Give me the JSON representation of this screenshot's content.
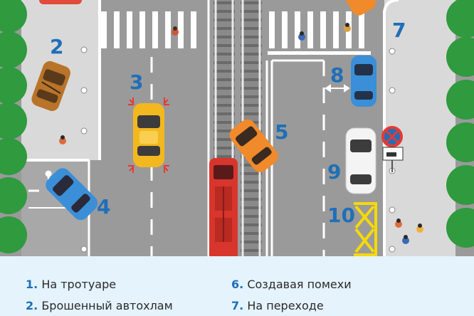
{
  "markers": {
    "m2": "2",
    "m3": "3",
    "m4": "4",
    "m5": "5",
    "m7": "7",
    "m8": "8",
    "m9": "9",
    "m10": "10"
  },
  "legend": {
    "items": [
      {
        "num": "1.",
        "text": "На тротуаре"
      },
      {
        "num": "6.",
        "text": "Создавая помехи"
      },
      {
        "num": "2.",
        "text": "Брошенный автохлам"
      },
      {
        "num": "7.",
        "text": "На переходе"
      }
    ]
  },
  "colors": {
    "accent_blue": "#1f6fb8",
    "road": "#9a9a9a",
    "sidewalk": "#d9d9d9",
    "tree": "#2f9a3e",
    "yellow_zone": "#f5d90a"
  },
  "icons": [
    "wheelchair-icon",
    "no-stopping-sign-icon",
    "tow-truck-sign-icon"
  ]
}
